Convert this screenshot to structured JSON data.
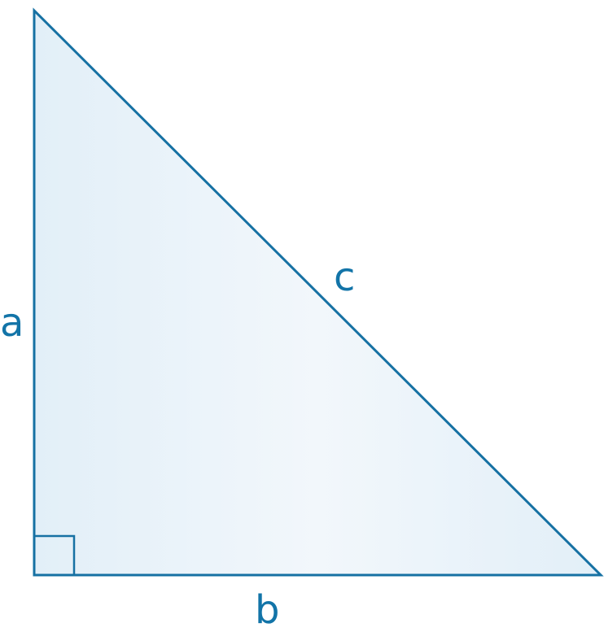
{
  "labels": {
    "side_a": "a",
    "side_b": "b",
    "side_c": "c"
  },
  "colors": {
    "stroke": "#1671a3",
    "label": "#1274a8",
    "fill_edge": "#e2eff8",
    "fill_center": "#f2f7fb"
  }
}
